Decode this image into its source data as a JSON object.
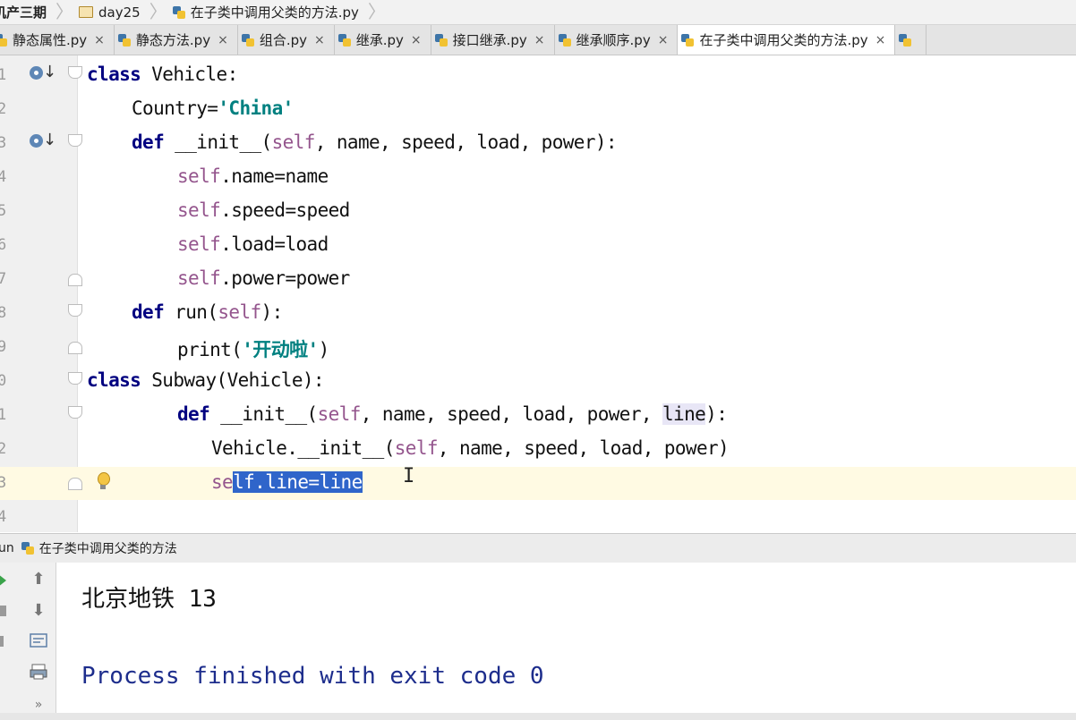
{
  "breadcrumb": {
    "project": "机产三期",
    "folder": "day25",
    "file": "在子类中调用父类的方法.py"
  },
  "tabs": [
    {
      "label": "静态属性.py",
      "close": "×"
    },
    {
      "label": "静态方法.py",
      "close": "×"
    },
    {
      "label": "组合.py",
      "close": "×"
    },
    {
      "label": "继承.py",
      "close": "×"
    },
    {
      "label": "接口继承.py",
      "close": "×"
    },
    {
      "label": "继承顺序.py",
      "close": "×"
    },
    {
      "label": "在子类中调用父类的方法.py",
      "close": "×",
      "active": true
    }
  ],
  "gutter": {
    "line_numbers": [
      "1",
      "2",
      "3",
      "4",
      "5",
      "6",
      "7",
      "8",
      "9",
      "0",
      "1",
      "2",
      "3",
      "4"
    ]
  },
  "code": {
    "l1_kw": "class",
    "l1_rest": " Vehicle:",
    "l2_a": "Country=",
    "l2_str": "'China'",
    "l3_kw": "def",
    "l3_b": " __init__(",
    "l3_self": "self",
    "l3_rest": ", name, speed, load, power):",
    "l4_self": "self",
    "l4_rest": ".name=name",
    "l5_self": "self",
    "l5_rest": ".speed=speed",
    "l6_self": "self",
    "l6_rest": ".load=load",
    "l7_self": "self",
    "l7_rest": ".power=power",
    "l8_kw": "def",
    "l8_b": " run(",
    "l8_self": "self",
    "l8_rest": "):",
    "l9_a": "print(",
    "l9_str": "'开动啦'",
    "l9_rest": ")",
    "l10_kw": "class",
    "l10_rest": " Subway(Vehicle):",
    "l11_kw": "def",
    "l11_b": " __init__(",
    "l11_self": "self",
    "l11_mid": ", name, speed, load, power, ",
    "l11_line": "line",
    "l11_rest": "):",
    "l12_a": "Vehicle.__init__(",
    "l12_self": "self",
    "l12_rest": ", name, speed, load, power)",
    "l13_pre": "se",
    "l13_sel": "lf.line=line"
  },
  "run": {
    "tab_label": "un",
    "config_name": "在子类中调用父类的方法",
    "output_line1": "北京地铁 13",
    "output_line2": "Process finished with exit code 0"
  },
  "colors": {
    "keyword": "#000080",
    "self": "#94558d",
    "string": "#008080",
    "selection": "#2f65ca",
    "current_line": "#fffae3"
  },
  "icons": [
    "folder-icon",
    "python-file-icon",
    "close-icon",
    "override-icon",
    "fold-icon",
    "lightbulb-icon",
    "text-cursor-icon",
    "run-icon",
    "stop-icon",
    "pause-icon",
    "scroll-up-icon",
    "scroll-down-icon",
    "soft-wrap-icon",
    "print-icon",
    "more-icon"
  ]
}
